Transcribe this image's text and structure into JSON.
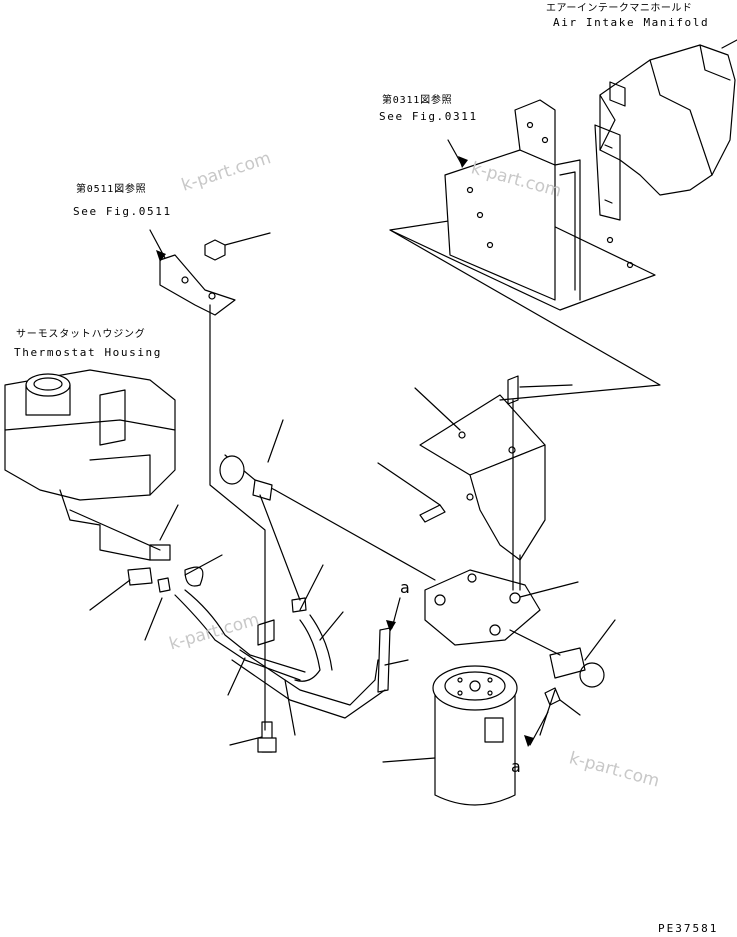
{
  "labels": {
    "air_intake_jp": "エアーインテークマニホールド",
    "air_intake_en": "Air Intake Manifold",
    "fig0311_jp": "第0311図参照",
    "fig0311_en": "See Fig.0311",
    "fig0511_jp": "第0511図参照",
    "fig0511_en": "See Fig.0511",
    "thermostat_jp": "サーモスタットハウジング",
    "thermostat_en": "Thermostat Housing",
    "callout_a_top": "a",
    "callout_a_bottom": "a",
    "drawing_code": "PE37581"
  },
  "watermarks": [
    "k-part.com",
    "k-part.com",
    "k-part.com",
    "k-part.com"
  ],
  "colors": {
    "line": "#000000",
    "watermark": "#c8c8c8",
    "background": "#ffffff"
  }
}
